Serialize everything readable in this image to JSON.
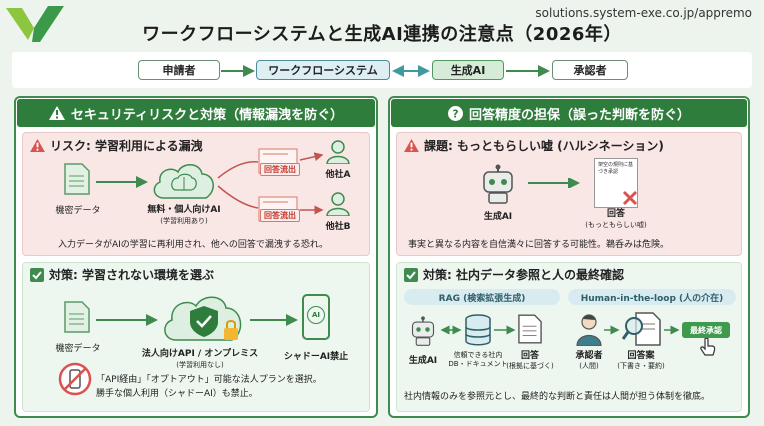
{
  "site_url": "solutions.system-exe.co.jp/appremo",
  "title": "ワークフローシステムと生成AI連携の注意点（2026年）",
  "flow": {
    "steps": [
      "申請者",
      "ワークフローシステム",
      "生成AI",
      "承認者"
    ]
  },
  "left": {
    "header": "セキュリティリスクと対策（情報漏洩を防ぐ）",
    "risk": {
      "title": "リスク: 学習利用による漏洩",
      "data_label": "機密データ",
      "ai_label": "無料・個人向けAI",
      "ai_sub": "(学習利用あり)",
      "leak_tag": "回答流出",
      "company_a": "他社A",
      "company_b": "他社B",
      "note": "入力データがAIの学習に再利用され、他への回答で漏洩する恐れ。"
    },
    "measure": {
      "title": "対策: 学習されない環境を選ぶ",
      "data_label": "機密データ",
      "api_label": "法人向けAPI / オンプレミス",
      "api_sub": "(学習利用なし)",
      "shadow_label": "シャドーAI禁止",
      "phone_text": "AI",
      "note_line1": "「API経由」「オプトアウト」可能な法人プランを選択。",
      "note_line2": "勝手な個人利用（シャドーAI）も禁止。"
    }
  },
  "right": {
    "header": "回答精度の担保（誤った判断を防ぐ）",
    "issue": {
      "title": "課題: もっともらしい嘘 (ハルシネーション)",
      "ai_label": "生成AI",
      "answer_label": "回答",
      "answer_sub": "(もっともらしい嘘)",
      "doc_text": "架空の規則に基づき承認",
      "note": "事実と異なる内容を自信満々に回答する可能性。鵜呑みは危険。"
    },
    "measure": {
      "title": "対策: 社内データ参照と人の最終確認",
      "rag_label": "RAG (検索拡張生成)",
      "hitl_label": "Human-in-the-loop (人の介在)",
      "ai_label": "生成AI",
      "db_label": "信頼できる社内",
      "db_label2": "DB・ドキュメント",
      "answer_label": "回答",
      "answer_sub": "(根拠に基づく)",
      "approver_label": "承認者",
      "approver_sub": "(人間)",
      "draft_label": "回答案",
      "draft_sub": "(下書き・要約)",
      "final_button": "最終承認",
      "note": "社内情報のみを参照元とし、最終的な判断と責任は人間が担う体制を徹底。"
    }
  },
  "colors": {
    "primary_green": "#2f7d3d",
    "risk_red": "#d9534f",
    "teal": "#4f8c96"
  }
}
